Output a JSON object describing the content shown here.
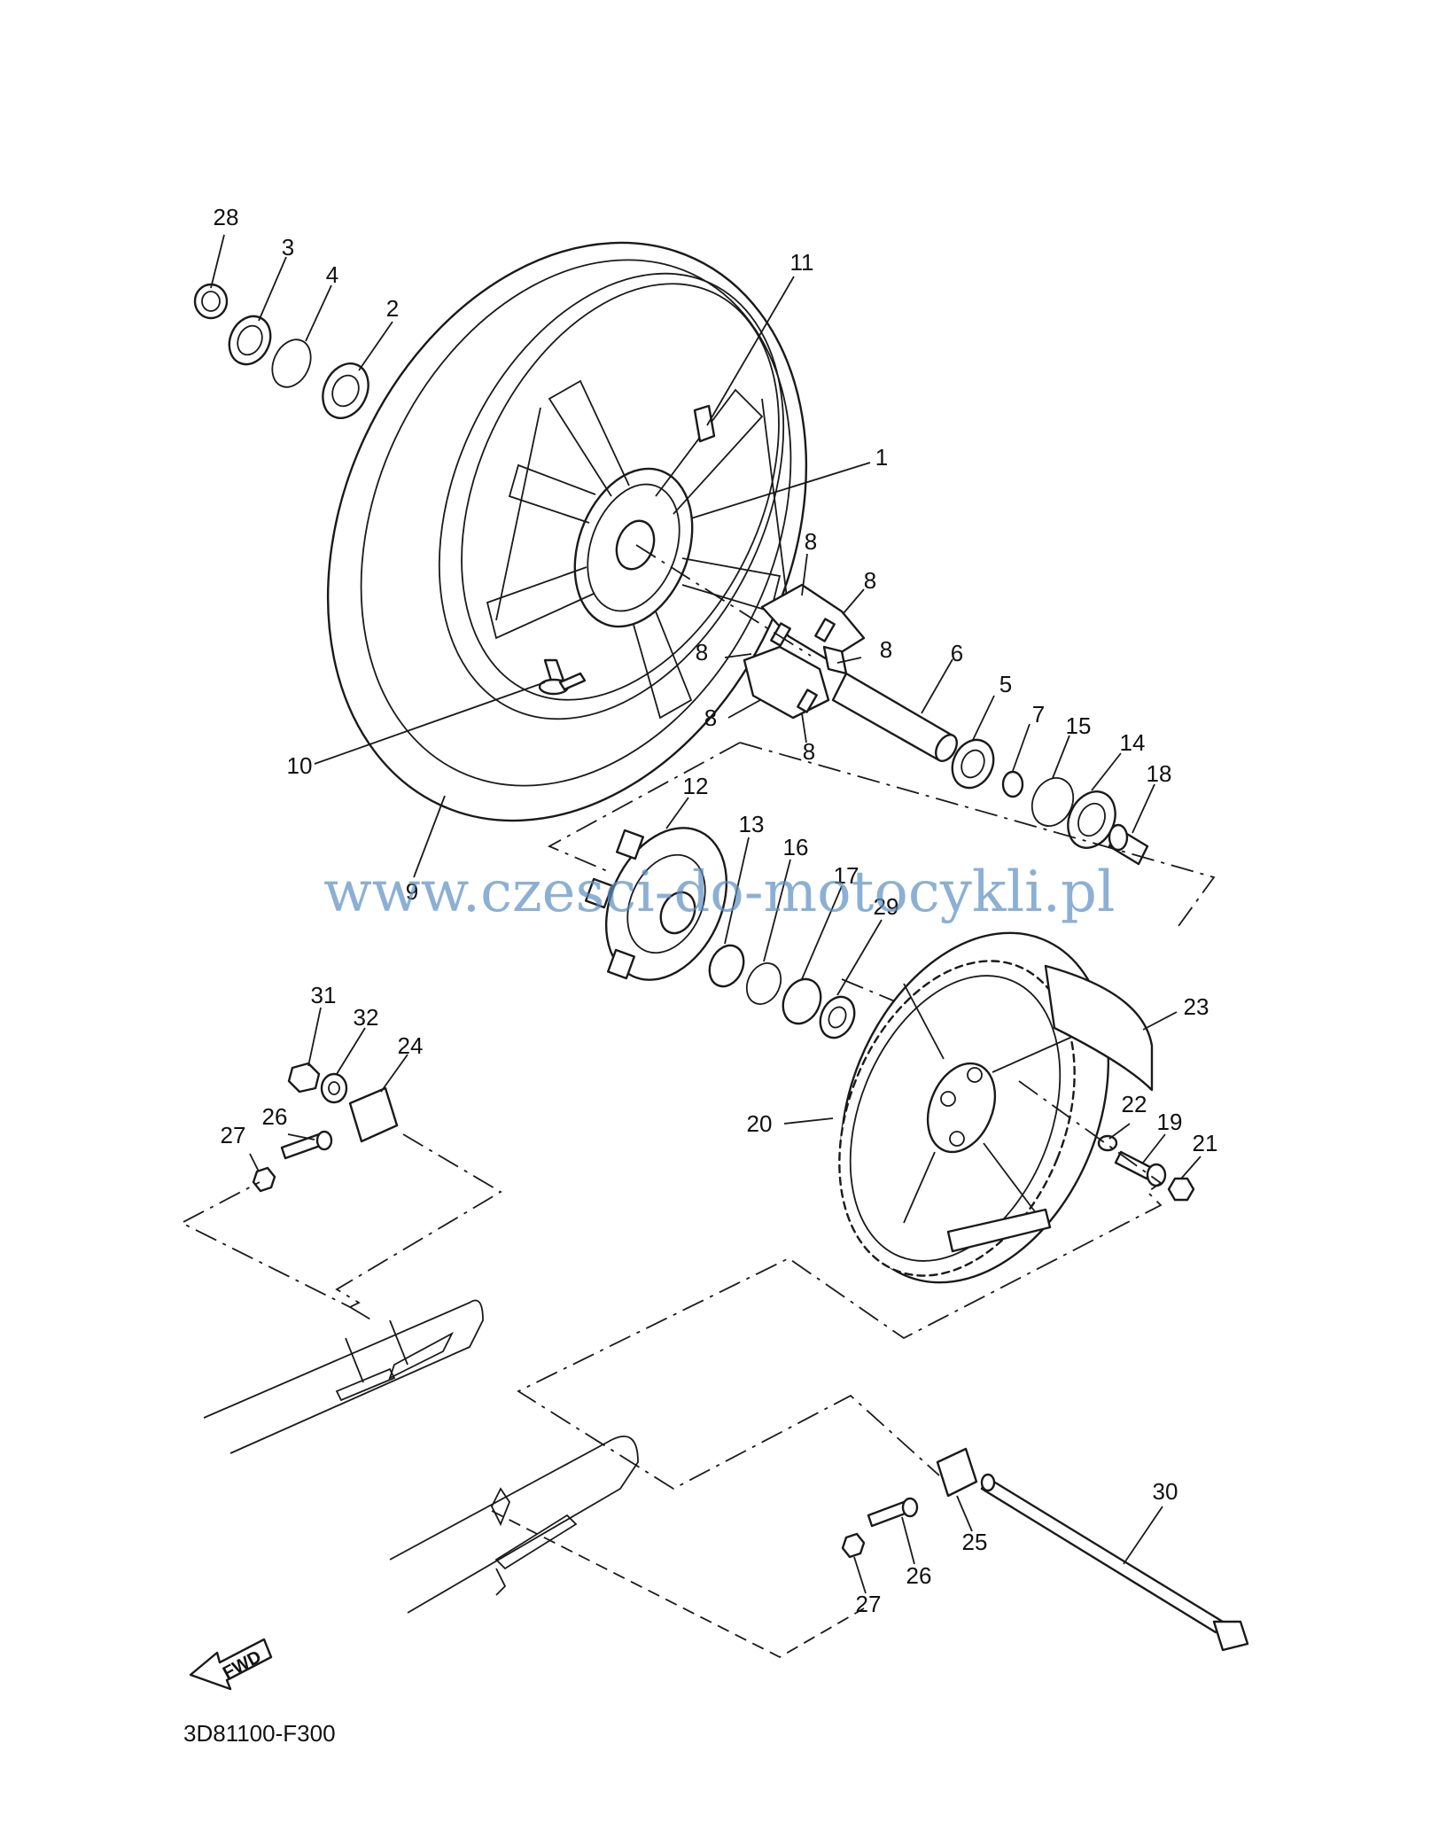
{
  "diagram": {
    "diagram_code": "3D81100-F300",
    "watermark": "www.czesci-do-motocykli.pl",
    "direction_badge": "FWD",
    "callouts": [
      {
        "id": "c28",
        "label": "28"
      },
      {
        "id": "c3",
        "label": "3"
      },
      {
        "id": "c4",
        "label": "4"
      },
      {
        "id": "c2",
        "label": "2"
      },
      {
        "id": "c11",
        "label": "11"
      },
      {
        "id": "c1",
        "label": "1"
      },
      {
        "id": "c8a",
        "label": "8"
      },
      {
        "id": "c8b",
        "label": "8"
      },
      {
        "id": "c8c",
        "label": "8"
      },
      {
        "id": "c8d",
        "label": "8"
      },
      {
        "id": "c8e",
        "label": "8"
      },
      {
        "id": "c8f",
        "label": "8"
      },
      {
        "id": "c6",
        "label": "6"
      },
      {
        "id": "c5",
        "label": "5"
      },
      {
        "id": "c7",
        "label": "7"
      },
      {
        "id": "c15",
        "label": "15"
      },
      {
        "id": "c14",
        "label": "14"
      },
      {
        "id": "c18",
        "label": "18"
      },
      {
        "id": "c10",
        "label": "10"
      },
      {
        "id": "c9",
        "label": "9"
      },
      {
        "id": "c12",
        "label": "12"
      },
      {
        "id": "c13",
        "label": "13"
      },
      {
        "id": "c16",
        "label": "16"
      },
      {
        "id": "c17",
        "label": "17"
      },
      {
        "id": "c29",
        "label": "29"
      },
      {
        "id": "c23",
        "label": "23"
      },
      {
        "id": "c20",
        "label": "20"
      },
      {
        "id": "c22",
        "label": "22"
      },
      {
        "id": "c19",
        "label": "19"
      },
      {
        "id": "c21",
        "label": "21"
      },
      {
        "id": "c31",
        "label": "31"
      },
      {
        "id": "c32",
        "label": "32"
      },
      {
        "id": "c24",
        "label": "24"
      },
      {
        "id": "c26a",
        "label": "26"
      },
      {
        "id": "c27a",
        "label": "27"
      },
      {
        "id": "c30",
        "label": "30"
      },
      {
        "id": "c25",
        "label": "25"
      },
      {
        "id": "c26b",
        "label": "26"
      },
      {
        "id": "c27b",
        "label": "27"
      }
    ]
  }
}
